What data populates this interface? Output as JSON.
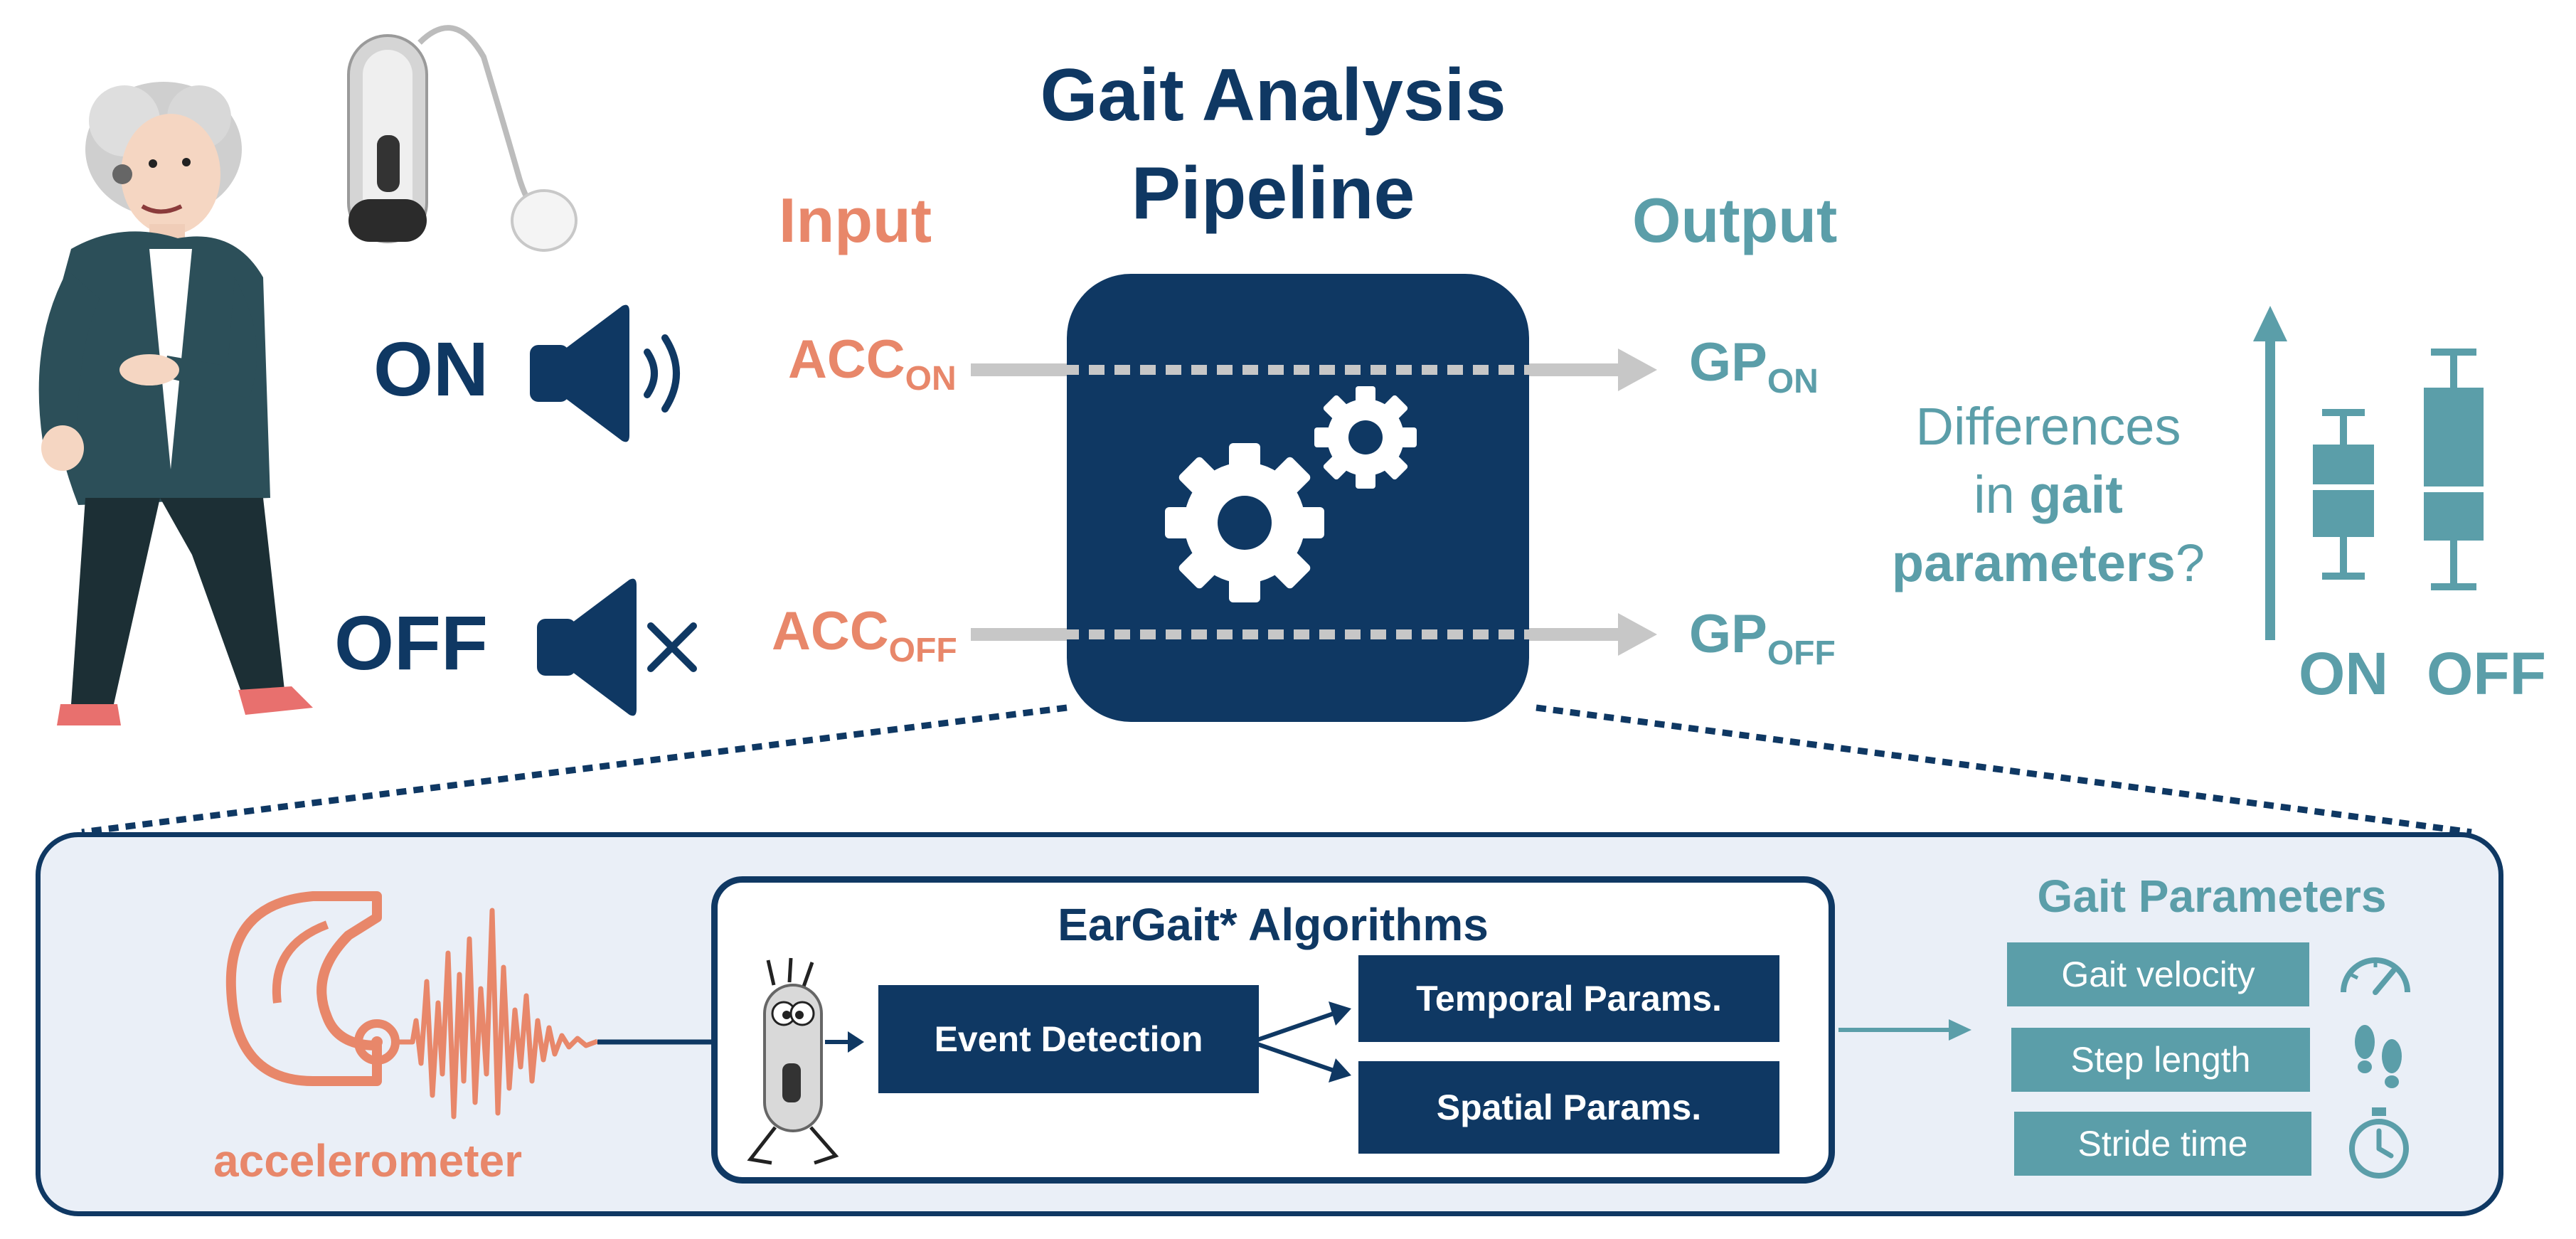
{
  "title": {
    "line1": "Gait Analysis",
    "line2": "Pipeline"
  },
  "input_label": "Input",
  "output_label": "Output",
  "states": {
    "on": {
      "label": "ON",
      "icon": "speaker-on-icon",
      "signal": "ACC",
      "signal_sub": "ON",
      "output": "GP",
      "output_sub": "ON"
    },
    "off": {
      "label": "OFF",
      "icon": "speaker-muted-icon",
      "signal": "ACC",
      "signal_sub": "OFF",
      "output": "GP",
      "output_sub": "OFF"
    }
  },
  "question": {
    "line1": "Differences",
    "line2_pre": "in ",
    "line2_bold": "gait",
    "line3_bold": "parameters",
    "line3_post": "?"
  },
  "boxplot": {
    "categories": [
      "ON",
      "OFF"
    ]
  },
  "detail": {
    "sensor_label": "accelerometer",
    "algorithms_title": "EarGait* Algorithms",
    "event_detection": "Event Detection",
    "temporal": "Temporal Params.",
    "spatial": "Spatial Params.",
    "gait_params_title": "Gait Parameters",
    "params": [
      {
        "label": "Gait velocity",
        "icon": "speedometer-icon"
      },
      {
        "label": "Step length",
        "icon": "footprints-icon"
      },
      {
        "label": "Stride time",
        "icon": "stopwatch-icon"
      }
    ]
  },
  "colors": {
    "navy": "#0f3863",
    "salmon": "#e8876a",
    "teal": "#5b9ea9",
    "panel_bg": "#eaeff7",
    "arrow_gray": "#c7c7c7"
  }
}
